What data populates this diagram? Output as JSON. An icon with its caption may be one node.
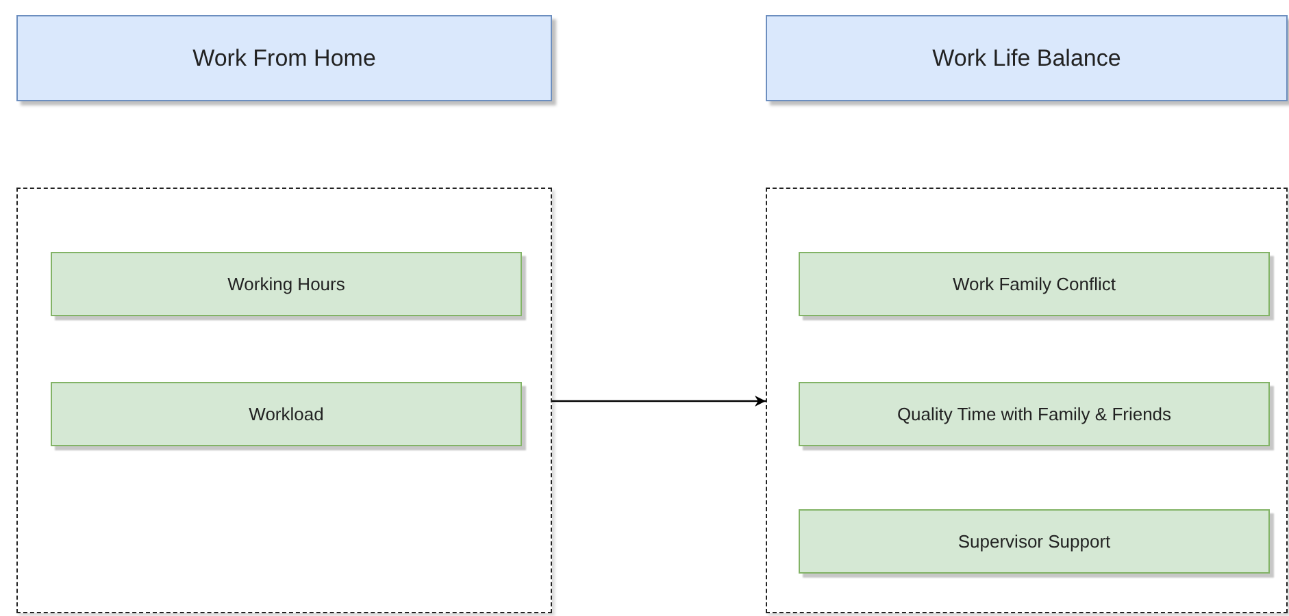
{
  "diagram": {
    "nodes": [
      {
        "text": [
          "Work From Home"
        ]
      },
      {
        "text": [
          "Work Life Balance"
        ]
      },
      {
        "text": [],
        "shape": "box"
      },
      {
        "text": [
          "Working Hours"
        ],
        "in": 2
      },
      {
        "text": [
          "Workload"
        ],
        "in": 2
      },
      {
        "text": [],
        "shape": "box"
      },
      {
        "text": [
          "Work Family Conflict"
        ],
        "in": 5
      },
      {
        "text": [
          "Quality Time with Family & Friends"
        ],
        "in": 5
      },
      {
        "text": [
          "Supervisor Support"
        ],
        "in": 5
      }
    ],
    "edges": [
      {
        "from": 2,
        "to": 5,
        "arrow": "to"
      }
    ]
  }
}
